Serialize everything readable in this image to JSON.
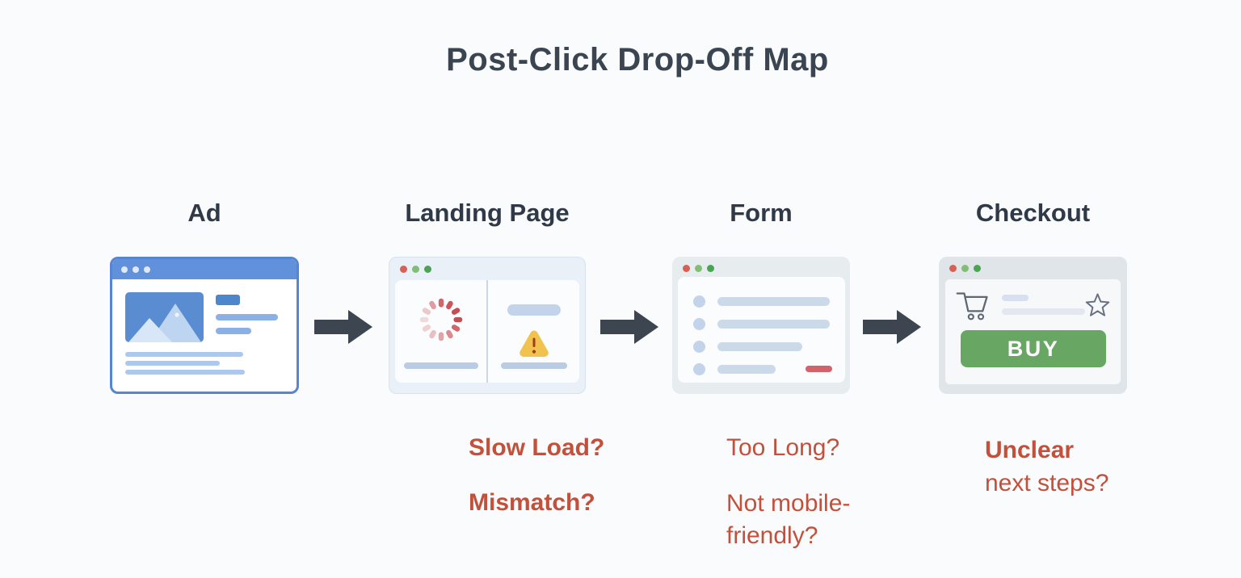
{
  "title": "Post-Click Drop-Off Map",
  "stages": [
    {
      "label": "Ad"
    },
    {
      "label": "Landing Page"
    },
    {
      "label": "Form"
    },
    {
      "label": "Checkout"
    }
  ],
  "issues": {
    "landing": [
      "Slow Load?",
      "Mismatch?"
    ],
    "form": [
      "Too Long?",
      "Not mobile-friendly?"
    ],
    "checkout": {
      "emphasis": "Unclear",
      "rest": "next steps?"
    }
  },
  "checkout_window": {
    "buy_label": "BUY"
  },
  "icons": {
    "arrow": "arrow-right-icon",
    "spinner": "loading-spinner-icon",
    "warning": "warning-triangle-icon",
    "cart": "shopping-cart-icon",
    "star": "star-icon",
    "ad_image": "image-placeholder-icon",
    "window_dots": "window-traffic-lights"
  },
  "colors": {
    "bg": "#fafbfc",
    "title_color": "#3b4552",
    "stage_label": "#2f3947",
    "issue_red": "#c2503b",
    "arrow": "#3d4550",
    "ad_blue": "#6191db",
    "ad_border": "#5585d4",
    "buy_green": "#68a763",
    "buy_text": "#ffffff",
    "spinner_red": "#c64e52",
    "warn_yellow": "#f1c24d",
    "warn_mark": "#9e3d20",
    "dot_red": "#d75f54",
    "dot_green_light": "#82bd76",
    "dot_green": "#4aa553",
    "form_red": "#d5616b"
  }
}
